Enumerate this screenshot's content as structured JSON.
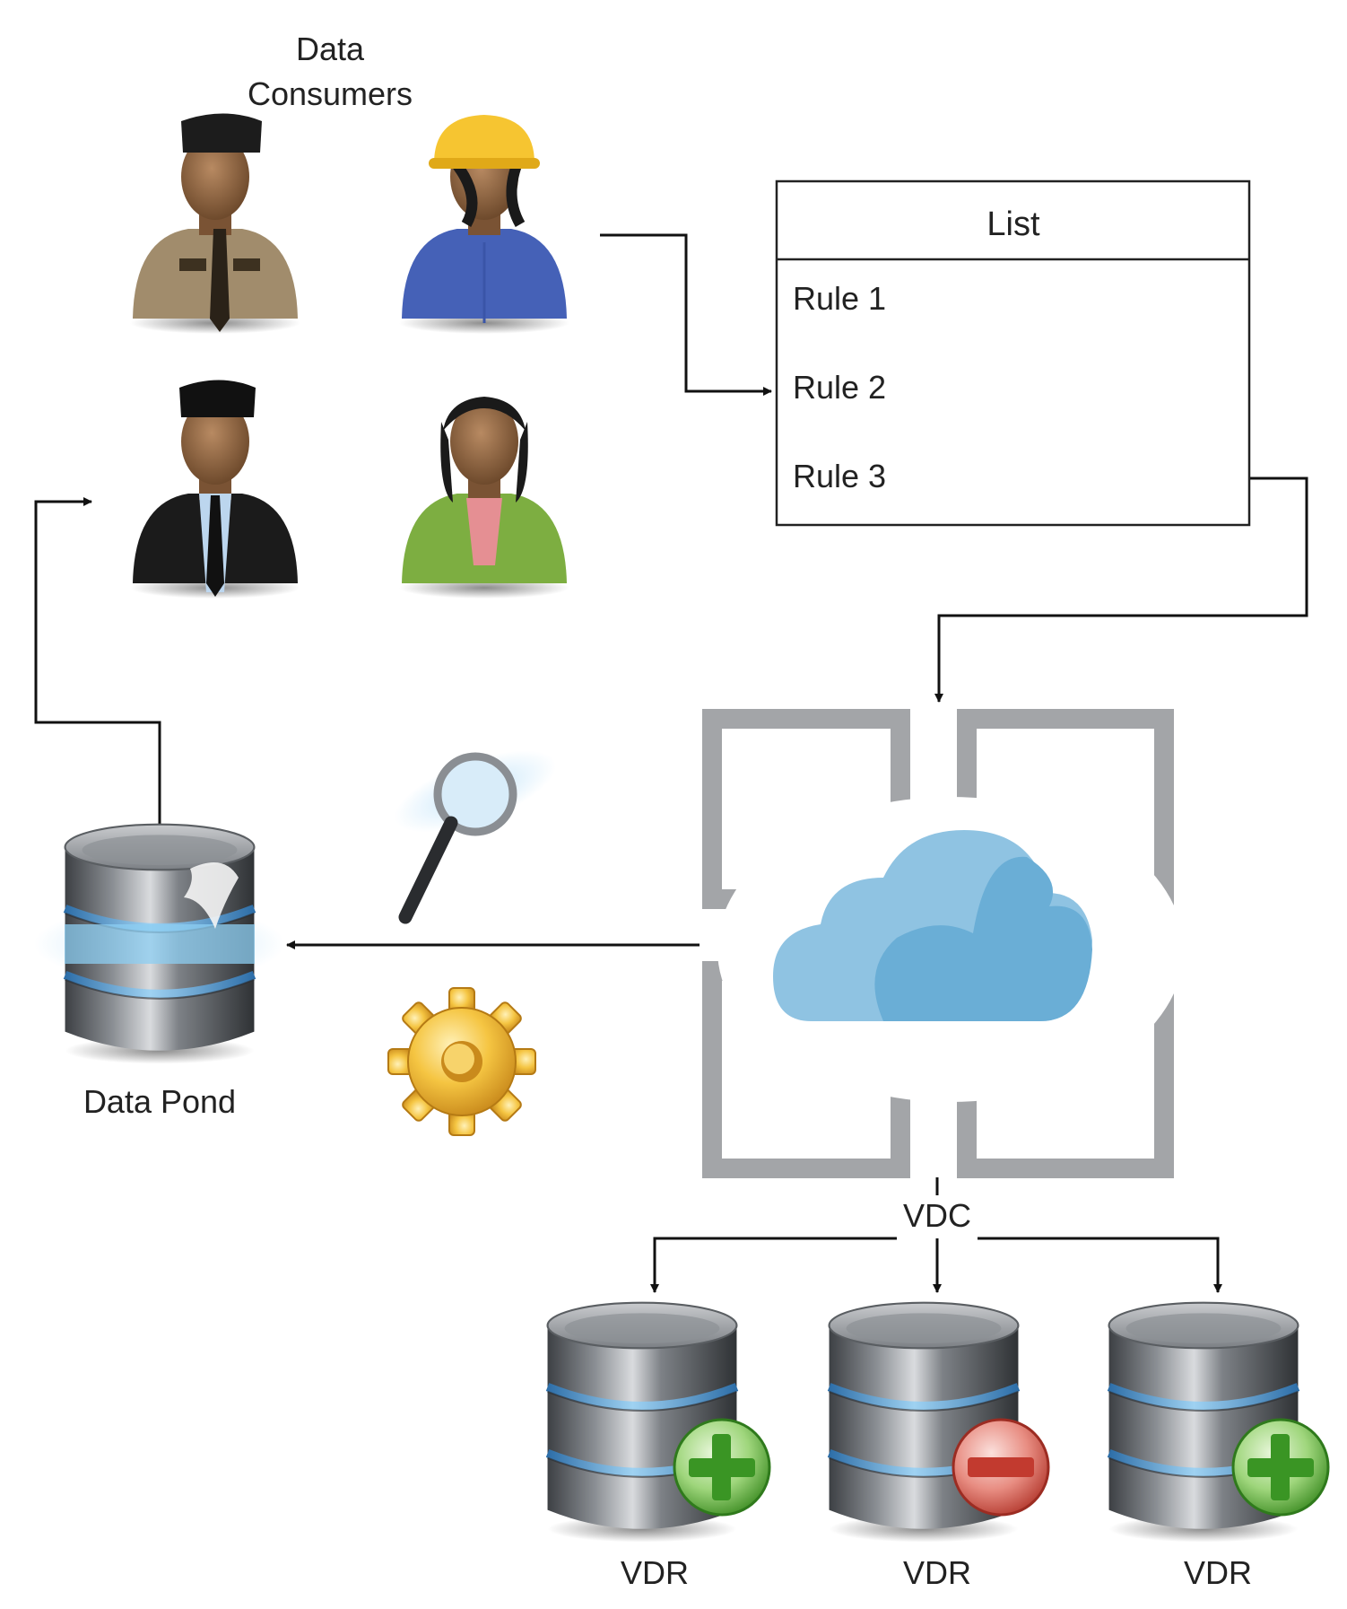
{
  "consumers_label_line1": "Data",
  "consumers_label_line2": "Consumers",
  "list": {
    "title": "List",
    "rules": [
      "Rule 1",
      "Rule 2",
      "Rule 3"
    ]
  },
  "data_pond_label": "Data Pond",
  "vdc_label": "VDC",
  "repositories": [
    {
      "label": "VDR",
      "badge": "plus"
    },
    {
      "label": "VDR",
      "badge": "minus"
    },
    {
      "label": "VDR",
      "badge": "plus"
    }
  ],
  "consumers": [
    {
      "icon": "security-guard-icon",
      "shirt": "#b8a07c"
    },
    {
      "icon": "construction-worker-icon",
      "shirt": "#4f6fd1"
    },
    {
      "icon": "businessman-icon",
      "shirt": "#1f1f1f"
    },
    {
      "icon": "businesswoman-icon",
      "shirt": "#8fc74a"
    }
  ],
  "colors": {
    "connector": "#111111",
    "vdc_frame": "#a3a5a8",
    "cloud_light": "#8fc3e2",
    "cloud_dark": "#6aaed6",
    "db_body": "#6c7075",
    "db_band": "#5b9fd6",
    "badge_plus": "#3aa82a",
    "badge_minus": "#d9534f"
  }
}
